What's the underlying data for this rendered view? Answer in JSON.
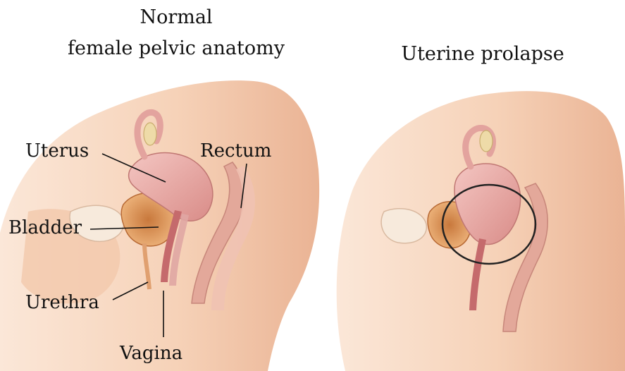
{
  "panels": [
    {
      "title_lines": [
        "Normal",
        "female pelvic anatomy"
      ]
    },
    {
      "title_lines": [
        "Uterine prolapse"
      ]
    }
  ],
  "labels": {
    "uterus": "Uterus",
    "rectum": "Rectum",
    "bladder": "Bladder",
    "urethra": "Urethra",
    "vagina": "Vagina"
  },
  "colors": {
    "skin": "#f6d2b8",
    "skin_shadow": "#e8b493",
    "uterus": "#e9a7a1",
    "uterus_dark": "#c97d78",
    "bladder": "#d98a4a",
    "rectum": "#de9e8e",
    "canal": "#c15f63",
    "circle": "#222222"
  }
}
